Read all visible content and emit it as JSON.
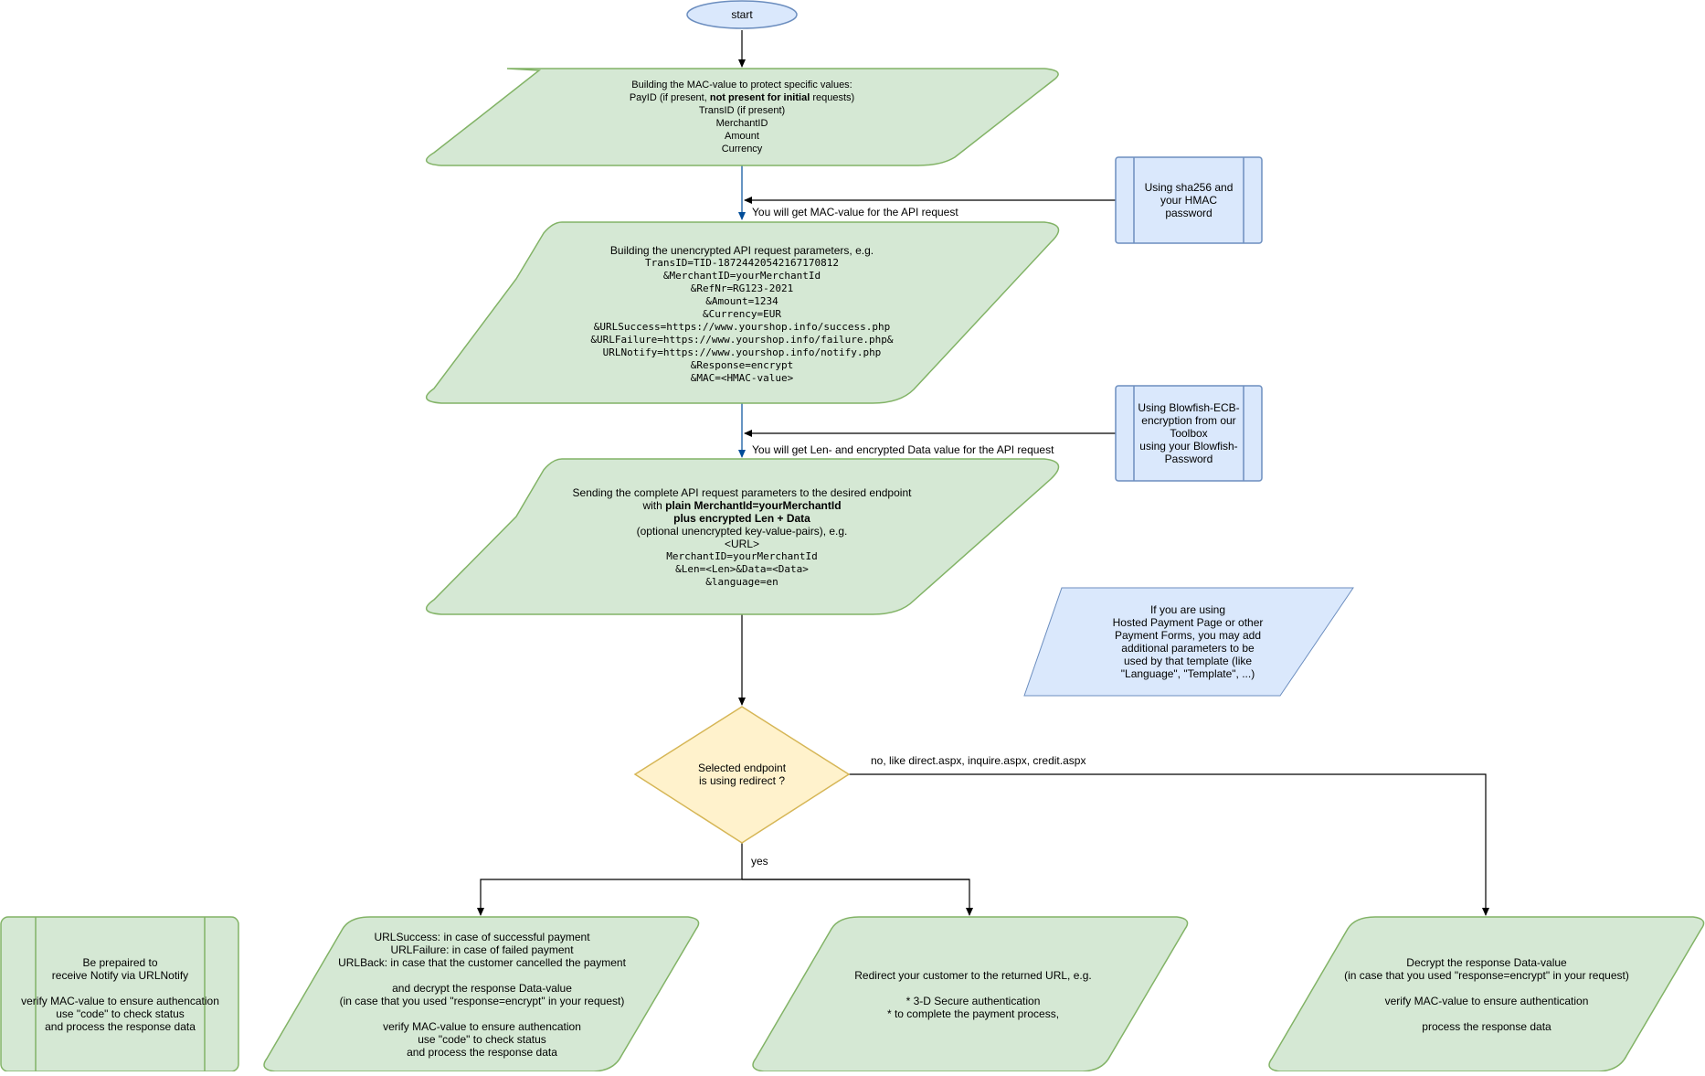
{
  "colors": {
    "start_fill": "#dae8fc",
    "start_stroke": "#6c8ebf",
    "process_fill": "#d5e8d4",
    "process_stroke": "#82b366",
    "decision_fill": "#fff2cc",
    "decision_stroke": "#d6b656",
    "note_fill": "#dae8fc",
    "note_stroke": "#6c8ebf",
    "edge": "#000000",
    "edge_blue": "#004c99"
  },
  "start": {
    "label": "start"
  },
  "mac_block": {
    "line1": "Building the MAC-value to protect specific values:",
    "line2_pre": "PayID (if present, ",
    "line2_bold": "not present for initial",
    "line2_post": " requests)",
    "line3": "TransID (if present)",
    "line4": "MerchantID",
    "line5": "Amount",
    "line6": "Currency"
  },
  "sha_note": {
    "line1": "Using sha256 and",
    "line2": "your HMAC",
    "line3": "password"
  },
  "edge_mac_label": "You will get MAC-value for the API request",
  "request_block": {
    "title": "Building the unencrypted API request parameters, e.g.",
    "params": [
      "TransID=TID-18724420542167170812",
      "&MerchantID=yourMerchantId",
      "&RefNr=RG123-2021",
      "&Amount=1234",
      "&Currency=EUR",
      "&URLSuccess=https://www.yourshop.info/success.php",
      "&URLFailure=https://www.yourshop.info/failure.php&",
      "URLNotify=https://www.yourshop.info/notify.php",
      "&Response=encrypt",
      "&MAC=<HMAC-value>"
    ]
  },
  "blowfish_note": {
    "line1": "Using Blowfish-ECB-",
    "line2": "encryption from our",
    "line3": "Toolbox",
    "line4": "using your Blowfish-",
    "line5": "Password"
  },
  "edge_len_label": "You will get Len- and encrypted Data value for the API request",
  "send_block": {
    "line1": "Sending the complete API request parameters to the desired endpoint",
    "line2_pre": "with ",
    "line2_bold": "plain MerchantId=yourMerchantId",
    "line3": "plus encrypted Len + Data",
    "line4": "(optional unencrypted key-value-pairs), e.g.",
    "line5": "<URL>",
    "params": [
      "MerchantID=yourMerchantId",
      "&Len=<Len>&Data=<Data>",
      "&language=en"
    ]
  },
  "hosted_note": {
    "line1": "If you are using",
    "line2": "Hosted Payment Page or other",
    "line3": "Payment Forms, you may add",
    "line4": "additional parameters to be",
    "line5": "used by that template (like",
    "line6": "\"Language\", \"Template\", ...)"
  },
  "decision": {
    "line1": "Selected endpoint",
    "line2": "is using redirect ?"
  },
  "edge_no_label": "no, like direct.aspx, inquire.aspx, credit.aspx",
  "edge_yes_label": "yes",
  "notify_block": {
    "line1": "Be prepaired to",
    "line2": "receive Notify via URLNotify",
    "line3": "verify MAC-value to ensure authencation",
    "line4": "use \"code\" to check status",
    "line5": "and process the response data"
  },
  "url_block": {
    "line1": "URLSuccess: in case of successful payment",
    "line2": "URLFailure: in case of failed payment",
    "line3": "URLBack: in case that the customer cancelled the payment",
    "line4": "and decrypt the response Data-value",
    "line5": "(in case that you used \"response=encrypt\" in your request)",
    "line6": "verify MAC-value to ensure authencation",
    "line7": "use \"code\" to check status",
    "line8": "and process the response data"
  },
  "redirect_block": {
    "line1": "Redirect your customer to the returned URL, e.g.",
    "line2": "* 3-D Secure authentication",
    "line3": "* to complete the payment process,"
  },
  "decrypt_block": {
    "line1": "Decrypt the response Data-value",
    "line2": "(in case that you used \"response=encrypt\" in your request)",
    "line3": "verify MAC-value to ensure authentication",
    "line4": "process the response data"
  }
}
